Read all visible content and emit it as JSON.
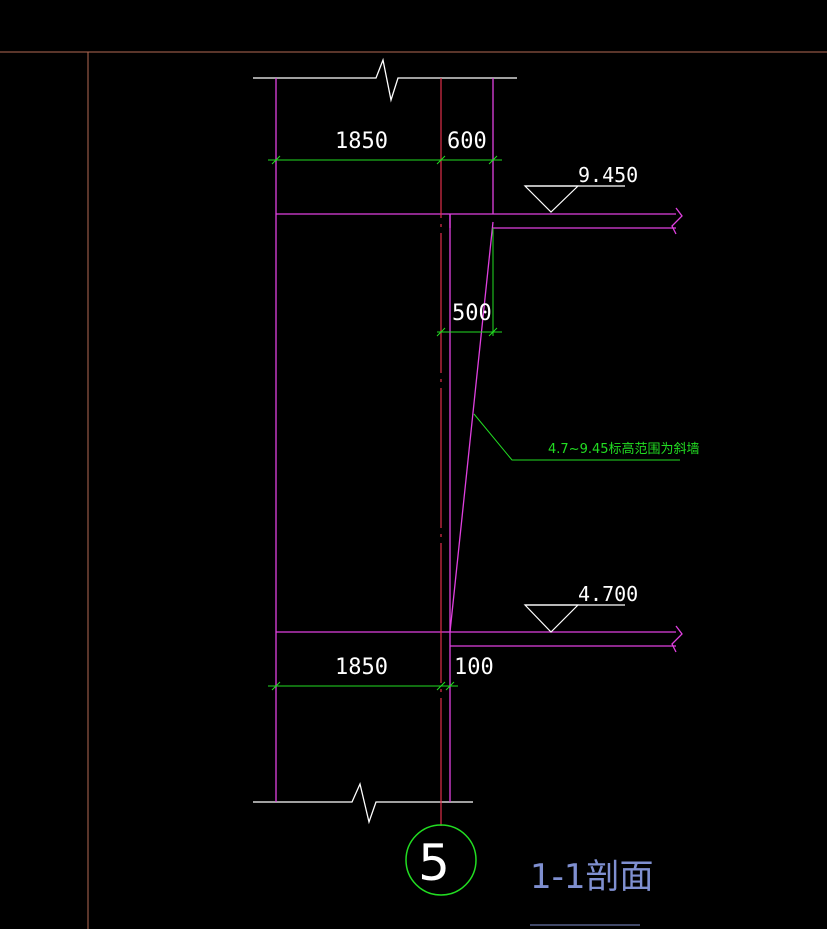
{
  "drawing": {
    "dimensions": {
      "top_left": "1850",
      "top_right": "600",
      "middle": "500",
      "bottom_left": "1850",
      "bottom_right": "100"
    },
    "elevations": {
      "upper": "9.450",
      "lower": "4.700"
    },
    "annotation": "4.7~9.45标高范围为斜墙",
    "axis_label": "5",
    "section_title": "1-1剖面"
  },
  "colors": {
    "background": "#000000",
    "frame": "#b56a55",
    "wall": "#e040e0",
    "axis": "#e0304a",
    "dimension": "#22dd22",
    "text": "#ffffff",
    "annotation": "#22dd22",
    "title": "#7f8fd0",
    "axis_circle": "#22dd22"
  }
}
